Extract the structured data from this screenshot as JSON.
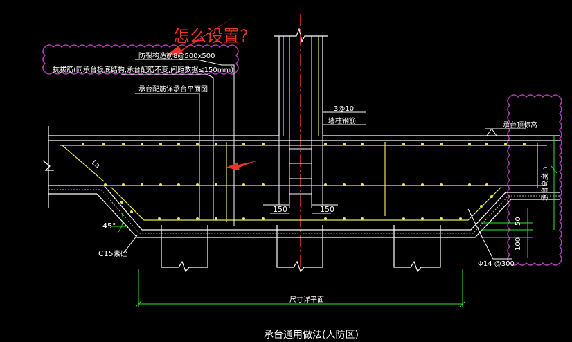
{
  "annotation": {
    "question": "怎么设置?",
    "question_color": "#e8342a",
    "arrow_color": "#e8342a",
    "cloud_color": "#b23fb2"
  },
  "labels": {
    "anti_crack": "防裂构造筋8@500x500",
    "top_bar_note": "抗拔筋(同承台板底结构,承台配筋不变,间距数据≤150mm)",
    "slab_plan": "承台配筋详承台平面图",
    "stirrup": "3@10",
    "column_bar": "墙柱钢筋",
    "cap_top_elev": "承台顶标高",
    "cap_height": "承台高度 h",
    "dim_150_left": "150",
    "dim_150_right": "150",
    "angle_45": "45°",
    "c15": "C15",
    "c15_note": "素砼",
    "bottom_bar": "Φ14 @300",
    "dim_50": "50",
    "dim_100": "100",
    "dim_main": "尺寸详平面",
    "title": "承台通用做法(人防区)",
    "la": "La"
  },
  "colors": {
    "yellow": "#e8e84a",
    "white": "#ffffff",
    "green": "#2ee82e",
    "red": "#e83232",
    "gray": "#c8c8c8"
  }
}
